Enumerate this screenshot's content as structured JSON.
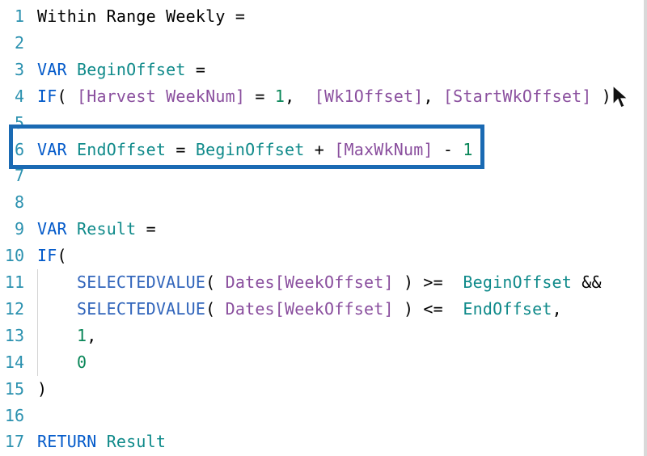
{
  "editor": {
    "lines": [
      {
        "num": "1",
        "tokens": [
          {
            "t": "Within Range Weekly =",
            "c": "plain"
          }
        ]
      },
      {
        "num": "2",
        "tokens": []
      },
      {
        "num": "3",
        "tokens": [
          {
            "t": "VAR ",
            "c": "kw"
          },
          {
            "t": "BeginOffset",
            "c": "var"
          },
          {
            "t": " =",
            "c": "op"
          }
        ]
      },
      {
        "num": "4",
        "tokens": [
          {
            "t": "IF",
            "c": "kw"
          },
          {
            "t": "( ",
            "c": "op"
          },
          {
            "t": "[Harvest WeekNum]",
            "c": "col"
          },
          {
            "t": " = ",
            "c": "op"
          },
          {
            "t": "1",
            "c": "num"
          },
          {
            "t": ",  ",
            "c": "op"
          },
          {
            "t": "[Wk1Offset]",
            "c": "col"
          },
          {
            "t": ", ",
            "c": "op"
          },
          {
            "t": "[StartWkOffset]",
            "c": "col"
          },
          {
            "t": " )",
            "c": "op"
          }
        ]
      },
      {
        "num": "5",
        "tokens": []
      },
      {
        "num": "6",
        "tokens": [
          {
            "t": "VAR ",
            "c": "kw"
          },
          {
            "t": "EndOffset",
            "c": "var"
          },
          {
            "t": " = ",
            "c": "op"
          },
          {
            "t": "BeginOffset",
            "c": "var"
          },
          {
            "t": " + ",
            "c": "op"
          },
          {
            "t": "[MaxWkNum]",
            "c": "col"
          },
          {
            "t": " - ",
            "c": "op"
          },
          {
            "t": "1",
            "c": "num"
          }
        ]
      },
      {
        "num": "7",
        "tokens": []
      },
      {
        "num": "8",
        "tokens": []
      },
      {
        "num": "9",
        "tokens": [
          {
            "t": "VAR ",
            "c": "kw"
          },
          {
            "t": "Result",
            "c": "var"
          },
          {
            "t": " =",
            "c": "op"
          }
        ]
      },
      {
        "num": "10",
        "tokens": [
          {
            "t": "IF",
            "c": "kw"
          },
          {
            "t": "(",
            "c": "op"
          }
        ]
      },
      {
        "num": "11",
        "tokens": [
          {
            "t": "    SELECTEDVALUE",
            "c": "fn"
          },
          {
            "t": "( ",
            "c": "op"
          },
          {
            "t": "Dates[WeekOffset]",
            "c": "col"
          },
          {
            "t": " ) >=  ",
            "c": "op"
          },
          {
            "t": "BeginOffset",
            "c": "var"
          },
          {
            "t": " &&",
            "c": "op"
          }
        ]
      },
      {
        "num": "12",
        "tokens": [
          {
            "t": "    SELECTEDVALUE",
            "c": "fn"
          },
          {
            "t": "( ",
            "c": "op"
          },
          {
            "t": "Dates[WeekOffset]",
            "c": "col"
          },
          {
            "t": " ) <=  ",
            "c": "op"
          },
          {
            "t": "EndOffset",
            "c": "var"
          },
          {
            "t": ",",
            "c": "op"
          }
        ]
      },
      {
        "num": "13",
        "tokens": [
          {
            "t": "    ",
            "c": "op"
          },
          {
            "t": "1",
            "c": "num"
          },
          {
            "t": ",",
            "c": "op"
          }
        ]
      },
      {
        "num": "14",
        "tokens": [
          {
            "t": "    ",
            "c": "op"
          },
          {
            "t": "0",
            "c": "num"
          }
        ]
      },
      {
        "num": "15",
        "tokens": [
          {
            "t": ")",
            "c": "op"
          }
        ]
      },
      {
        "num": "16",
        "tokens": []
      },
      {
        "num": "17",
        "tokens": [
          {
            "t": "RETURN ",
            "c": "kw"
          },
          {
            "t": "Result",
            "c": "var"
          }
        ]
      }
    ]
  },
  "colors": {
    "line_number": "#2b91af",
    "keyword": "#035aca",
    "variable": "#0f8a8a",
    "function": "#3165bb",
    "column_ref": "#8a4f9e",
    "number": "#098658",
    "highlight_box": "#1a6ab3"
  },
  "highlight": {
    "line": "6"
  },
  "cursor": {
    "icon": "mouse-pointer-icon"
  }
}
